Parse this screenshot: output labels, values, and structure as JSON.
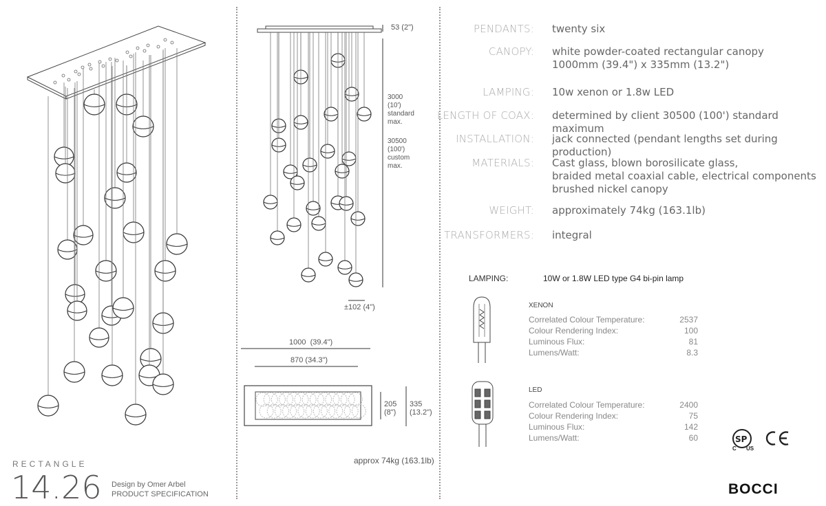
{
  "product": {
    "series": "RECTANGLE",
    "number": "14.26",
    "designer": "Design by Omer Arbel",
    "doc_type": "PRODUCT SPECIFICATION",
    "brand": "BOCCI"
  },
  "specs": [
    {
      "label": "PENDANTS:",
      "value": "twenty six"
    },
    {
      "label": "CANOPY:",
      "value": "white powder-coated rectangular canopy\n1000mm (39.4\") x 335mm (13.2\")"
    },
    {
      "label": "LAMPING:",
      "value": "10w xenon or 1.8w LED"
    },
    {
      "label": "LENGTH OF COAX:",
      "value": "determined by client 30500 (100') standard maximum"
    },
    {
      "label": "INSTALLATION:",
      "value": "jack connected (pendant lengths set during production)"
    },
    {
      "label": "MATERIALS:",
      "value": "Cast glass, blown borosilicate glass,\nbraided metal coaxial cable, electrical components\nbrushed nickel canopy"
    },
    {
      "label": "WEIGHT:",
      "value": "approximately 74kg (163.1lb)"
    },
    {
      "label": "TRANSFORMERS:",
      "value": "integral"
    }
  ],
  "lamping": {
    "label": "LAMPING:",
    "value": "10W or 1.8W LED type G4 bi-pin lamp",
    "xenon": {
      "title": "XENON",
      "rows": [
        {
          "k": "Correlated Colour Temperature:",
          "v": "2537"
        },
        {
          "k": "Colour Rendering Index:",
          "v": "100"
        },
        {
          "k": "Luminous Flux:",
          "v": "81"
        },
        {
          "k": "Lumens/Watt:",
          "v": "8.3"
        }
      ]
    },
    "led": {
      "title": "LED",
      "rows": [
        {
          "k": "Correlated Colour Temperature:",
          "v": "2400"
        },
        {
          "k": "Colour Rendering Index:",
          "v": "75"
        },
        {
          "k": "Luminous Flux:",
          "v": "142"
        },
        {
          "k": "Lumens/Watt:",
          "v": "60"
        }
      ]
    }
  },
  "dimensions": {
    "canopy_height": "53 (2\")",
    "standard_len": "3000\n(10')\nstandard\nmax.",
    "custom_len": "30500\n(100')\ncustom\nmax.",
    "pendant_dia": "±102 (4\")",
    "width_outer": "1000  (39.4\")",
    "width_inner": "870 (34.3\")",
    "depth_inner": "205\n(8\")",
    "depth_outer": "335\n(13.2\")",
    "weight_note": "approx 74kg (163.1lb)"
  },
  "certs": {
    "csa": "C US",
    "ce": "CE"
  }
}
